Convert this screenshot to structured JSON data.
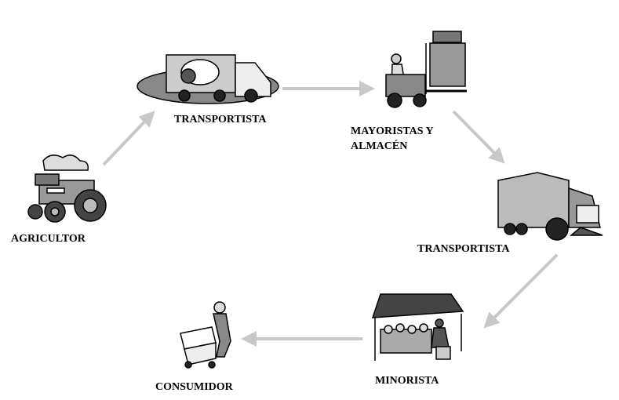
{
  "nodes": {
    "agricultor": "AGRICULTOR",
    "transportista_1": "TRANSPORTISTA",
    "mayoristas_line1": "MAYORISTAS Y",
    "mayoristas_line2": "ALMACÉN",
    "transportista_2": "TRANSPORTISTA",
    "minorista": "MINORISTA",
    "consumidor": "CONSUMIDOR"
  },
  "colors": {
    "arrow": "#c8c8c8",
    "ink": "#000000"
  },
  "icons": [
    "tractor-icon",
    "delivery-truck-icon",
    "forklift-icon",
    "semi-truck-icon",
    "market-stall-icon",
    "shopping-cart-icon"
  ]
}
